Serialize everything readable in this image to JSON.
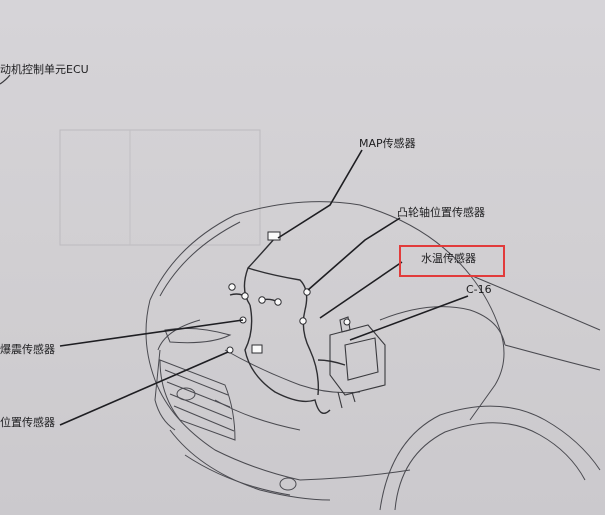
{
  "labels": {
    "ecu": "动机控制单元ECU",
    "map_sensor": "MAP传感器",
    "cam_sensor": "凸轮轴位置传感器",
    "coolant_sensor": "水温传感器",
    "connector": "C-16",
    "knock_sensor": "爆震传感器",
    "crank_sensor": "位置传感器"
  },
  "colors": {
    "highlight": "#e23b3b",
    "line": "#3a3a3e",
    "background": "#d2d0d3"
  }
}
